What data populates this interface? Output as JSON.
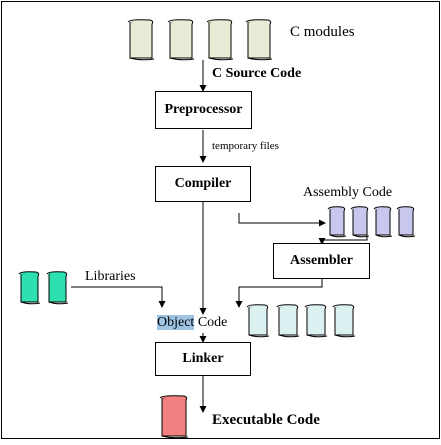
{
  "diagram": {
    "c_modules_label": "C modules",
    "c_source_label": "C Source Code",
    "preprocessor_label": "Preprocessor",
    "temporary_files_label": "temporary files",
    "compiler_label": "Compiler",
    "assembly_code_label": "Assembly Code",
    "assembler_label": "Assembler",
    "libraries_label": "Libraries",
    "object_code_highlight": "Object",
    "object_code_rest": " Code",
    "linker_label": "Linker",
    "executable_label": "Executable Code"
  },
  "colors": {
    "c_module_fill": "#e6ecd6",
    "assembly_fill": "#c8c8ee",
    "object_fill": "#dcf2f2",
    "library_fill": "#2de0b0",
    "executable_fill": "#f28080",
    "object_highlight": "#9ec3e2"
  },
  "icons": {
    "c_module": "scroll-icon",
    "assembly": "scroll-icon",
    "object": "scroll-icon",
    "library": "scroll-icon",
    "executable": "scroll-icon"
  }
}
